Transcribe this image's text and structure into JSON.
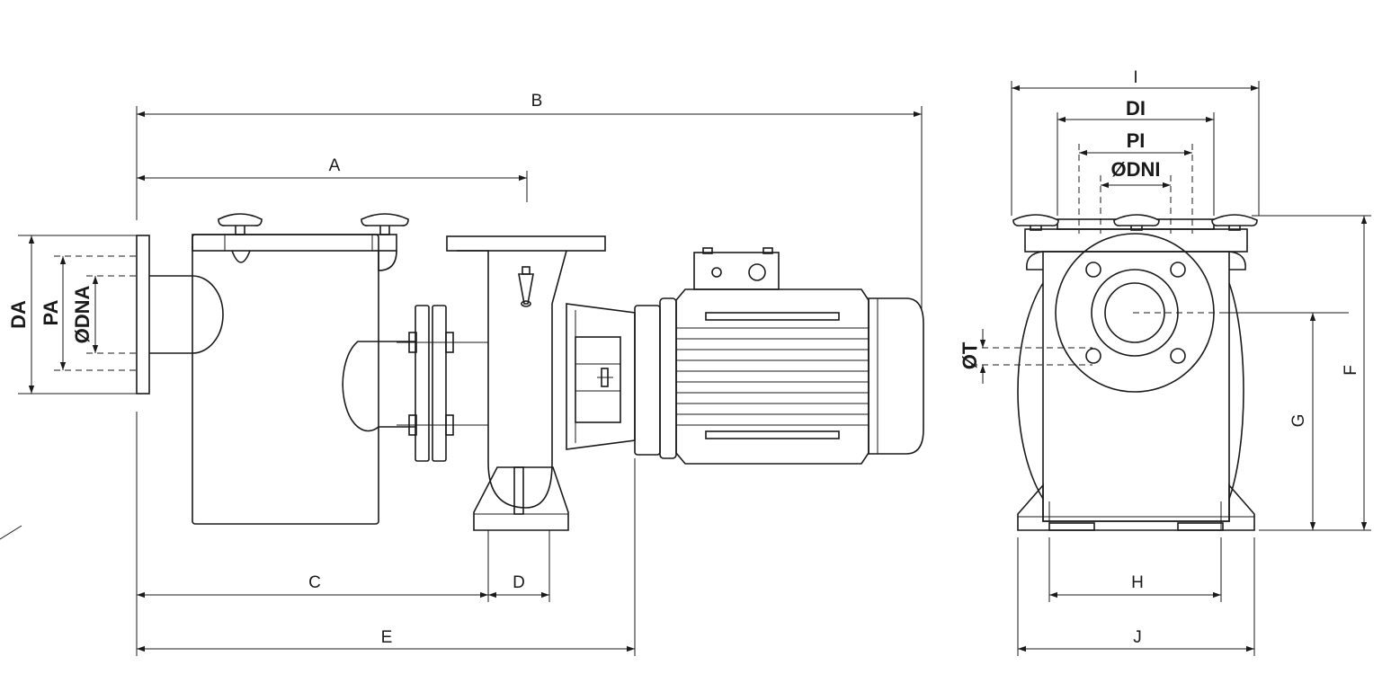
{
  "side_view": {
    "dimensions": {
      "A": "A",
      "B": "B",
      "C": "C",
      "D": "D",
      "E": "E",
      "DA": "DA",
      "PA": "PA",
      "DNA": "ØDNA"
    }
  },
  "front_view": {
    "dimensions": {
      "I": "I",
      "DI": "DI",
      "PI": "PI",
      "DNI": "ØDNI",
      "T": "ØT",
      "F": "F",
      "G": "G",
      "H": "H",
      "J": "J"
    }
  }
}
